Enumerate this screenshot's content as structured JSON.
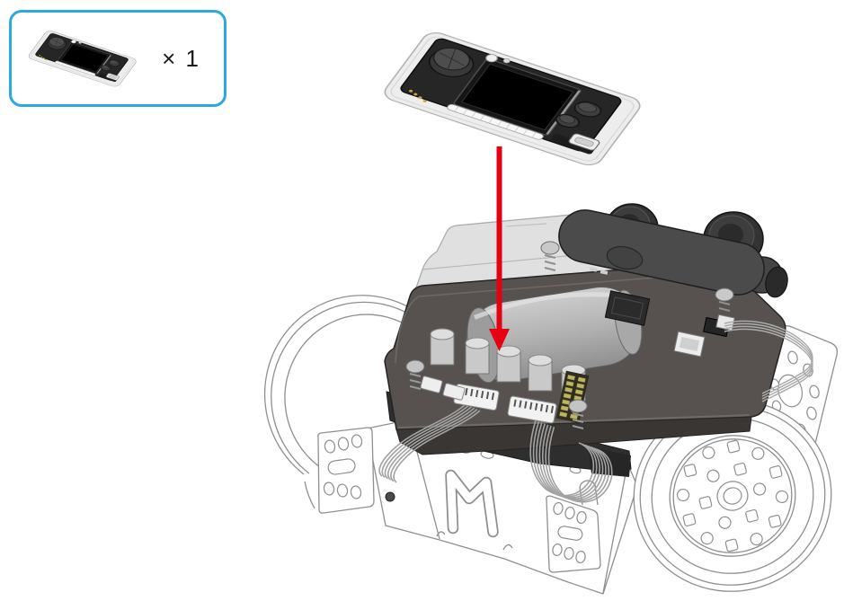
{
  "parts_callout": {
    "quantity_label": "× 1",
    "border_color": "#2ba8e0",
    "part_icon": "controller-board-thumbnail"
  },
  "assembly": {
    "arrow_color": "#e50012",
    "arrow_icon": "down-arrow",
    "part_icon": "controller-board",
    "target_icon": "robot-chassis"
  }
}
